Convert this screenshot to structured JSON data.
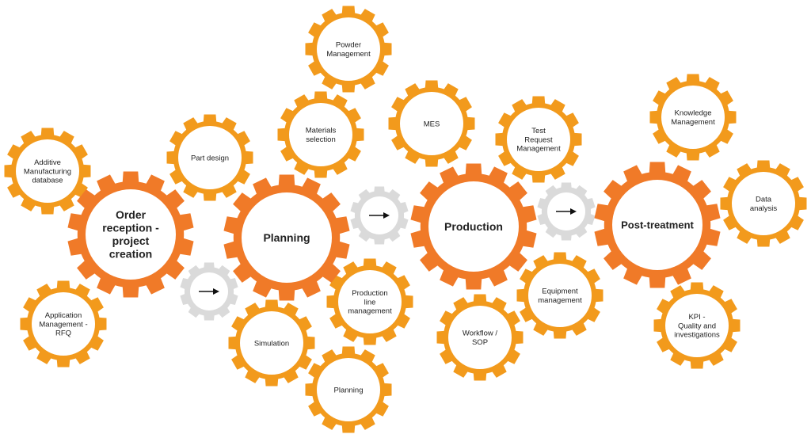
{
  "colors": {
    "main_gear": "#F07A28",
    "small_gear": "#F29A1C",
    "connector_gear": "#DADADA",
    "center_fill": "#FFFFFF",
    "text": "#222222",
    "arrow": "#111111"
  },
  "main_stages": [
    {
      "label": "Order reception - project creation"
    },
    {
      "label": "Planning"
    },
    {
      "label": "Production"
    },
    {
      "label": "Post-treatment"
    }
  ],
  "sub_gears": [
    {
      "label": "Additive Manufacturing database"
    },
    {
      "label": "Application Management - RFQ"
    },
    {
      "label": "Part design"
    },
    {
      "label": "Powder Management"
    },
    {
      "label": "Materials selection"
    },
    {
      "label": "Production line management"
    },
    {
      "label": "Simulation"
    },
    {
      "label": "Planning"
    },
    {
      "label": "MES"
    },
    {
      "label": "Test Request Management"
    },
    {
      "label": "Equipment management"
    },
    {
      "label": "Workflow / SOP"
    },
    {
      "label": "Knowledge Management"
    },
    {
      "label": "Data analysis"
    },
    {
      "label": "KPI - Quality and investigations"
    }
  ],
  "connectors": [
    {
      "icon": "arrow-right-icon"
    },
    {
      "icon": "arrow-right-icon"
    },
    {
      "icon": "arrow-right-icon"
    }
  ]
}
